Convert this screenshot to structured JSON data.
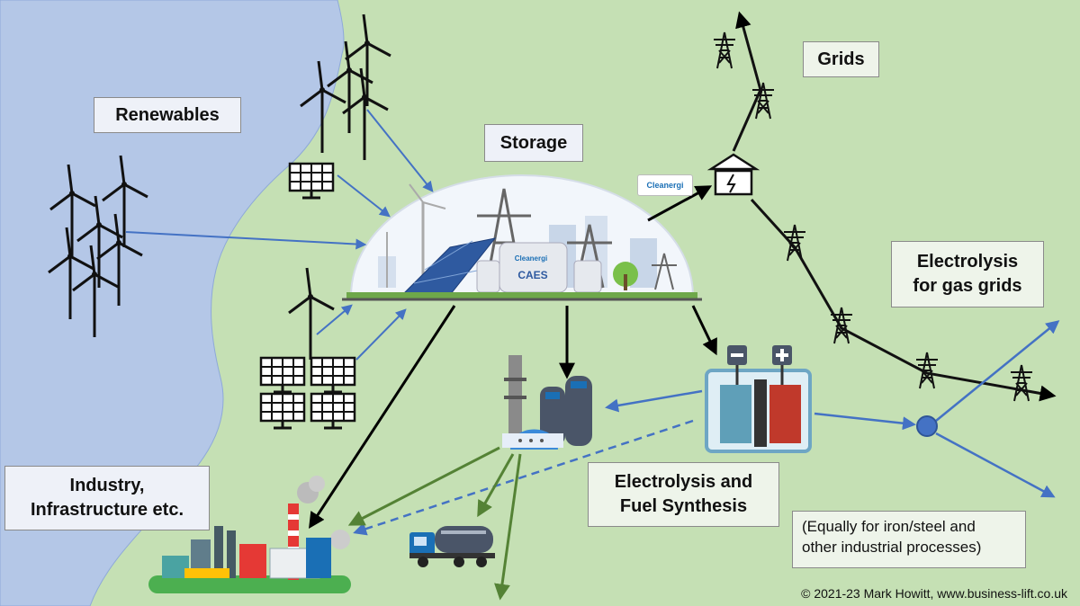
{
  "labels": {
    "renewables": "Renewables",
    "storage": "Storage",
    "grids": "Grids",
    "electrolysis_gas": [
      "Electrolysis",
      "for gas grids"
    ],
    "industry": [
      "Industry,",
      "Infrastructure etc."
    ],
    "electrolysis_fuel": [
      "Electrolysis and",
      "Fuel Synthesis"
    ],
    "note": [
      "(Equally for iron/steel and",
      "other industrial processes)"
    ]
  },
  "storage_tank_label": "CAES",
  "brand_badges": [
    "Cleanergi",
    "Cleanergi"
  ],
  "copyright": "© 2021-23 Mark Howitt, www.business-lift.co.uk",
  "colors": {
    "sea": "#b4c7e7",
    "land": "#c5e0b4",
    "renewable_arrow": "#4472c4",
    "grid_arrow": "#000000",
    "fuel_arrow": "#548235",
    "label_box": "#eef1f8"
  },
  "icons": [
    "wind-turbine-icon",
    "solar-panel-icon",
    "storage-dome-icon",
    "pylon-icon",
    "substation-icon",
    "electrolyser-icon",
    "refinery-icon",
    "factory-icon",
    "tanker-truck-icon"
  ]
}
